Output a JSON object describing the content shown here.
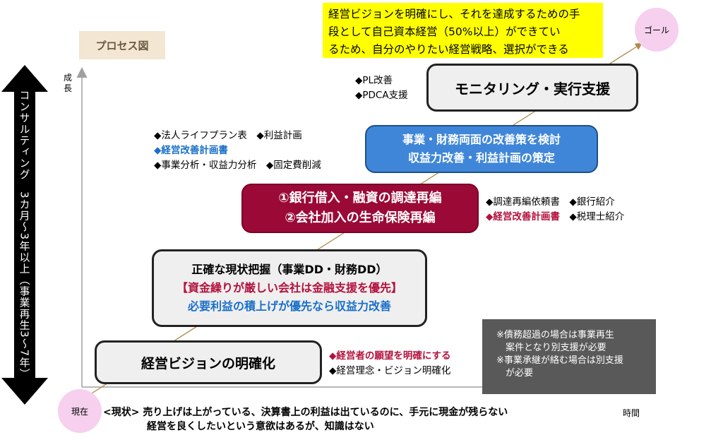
{
  "title": "プロセス図",
  "goal_note": [
    "経営ビジョンを明確にし、それを達成するための手",
    "段として自己資本経営（50%以上）ができてい",
    "るため、自分のやりたい経営戦略、選択ができる"
  ],
  "goal_label": "ゴール",
  "now_label": "現在",
  "y_axis_label": "成長",
  "x_axis_label": "時間",
  "consulting_period": "コンサルティング　3カ月～3年以上（事業再生3～7年）",
  "steps": {
    "step1": {
      "label": "経営ビジョンの明確化"
    },
    "step2": {
      "line1": "正確な現状把握（事業DD・財務DD）",
      "line2": "【資金繰りが厳しい会社は金融支援を優先】",
      "line3": "必要利益の積上げが優先なら収益力改善"
    },
    "step3": {
      "line1": "①銀行借入・融資の調達再編",
      "line2": "②会社加入の生命保険再編"
    },
    "step4": {
      "line1": "事業・財務両面の改善策を検討",
      "line2": "収益力改善・利益計画の策定"
    },
    "step5": {
      "label": "モニタリング・実行支援"
    }
  },
  "notes": {
    "step1": [
      "◆経営者の願望を明確にする",
      "◆経営理念・ビジョン明確化"
    ],
    "step3": [
      "◆調達再編依頼書　◆銀行紹介",
      "◆経営改善計画書",
      "　◆税理士紹介"
    ],
    "step4": [
      "◆法人ライフプラン表　◆利益計画",
      "◆経営改善計画書",
      "◆事業分析・収益力分析　◆固定費削減"
    ],
    "step5": [
      "◆PL改善",
      "◆PDCA支援"
    ]
  },
  "special_cases": [
    "※債務超過の場合は事業再生",
    "　案件となり別支援が必要",
    "※事業承継が絡む場合は別支援",
    "　が必要"
  ],
  "current_state": {
    "line1": "<現状> 売り上げは上がっている、決算書上の利益は出ているのに、手元に現金が残らない",
    "line2": "経営を良くしたいという意欲はあるが、知識はない"
  },
  "colors": {
    "crimson": "#9b0a36",
    "blue": "#3f86d8",
    "yellow": "#ffff00",
    "pink": "#f6d0ee",
    "gray": "#595959"
  }
}
